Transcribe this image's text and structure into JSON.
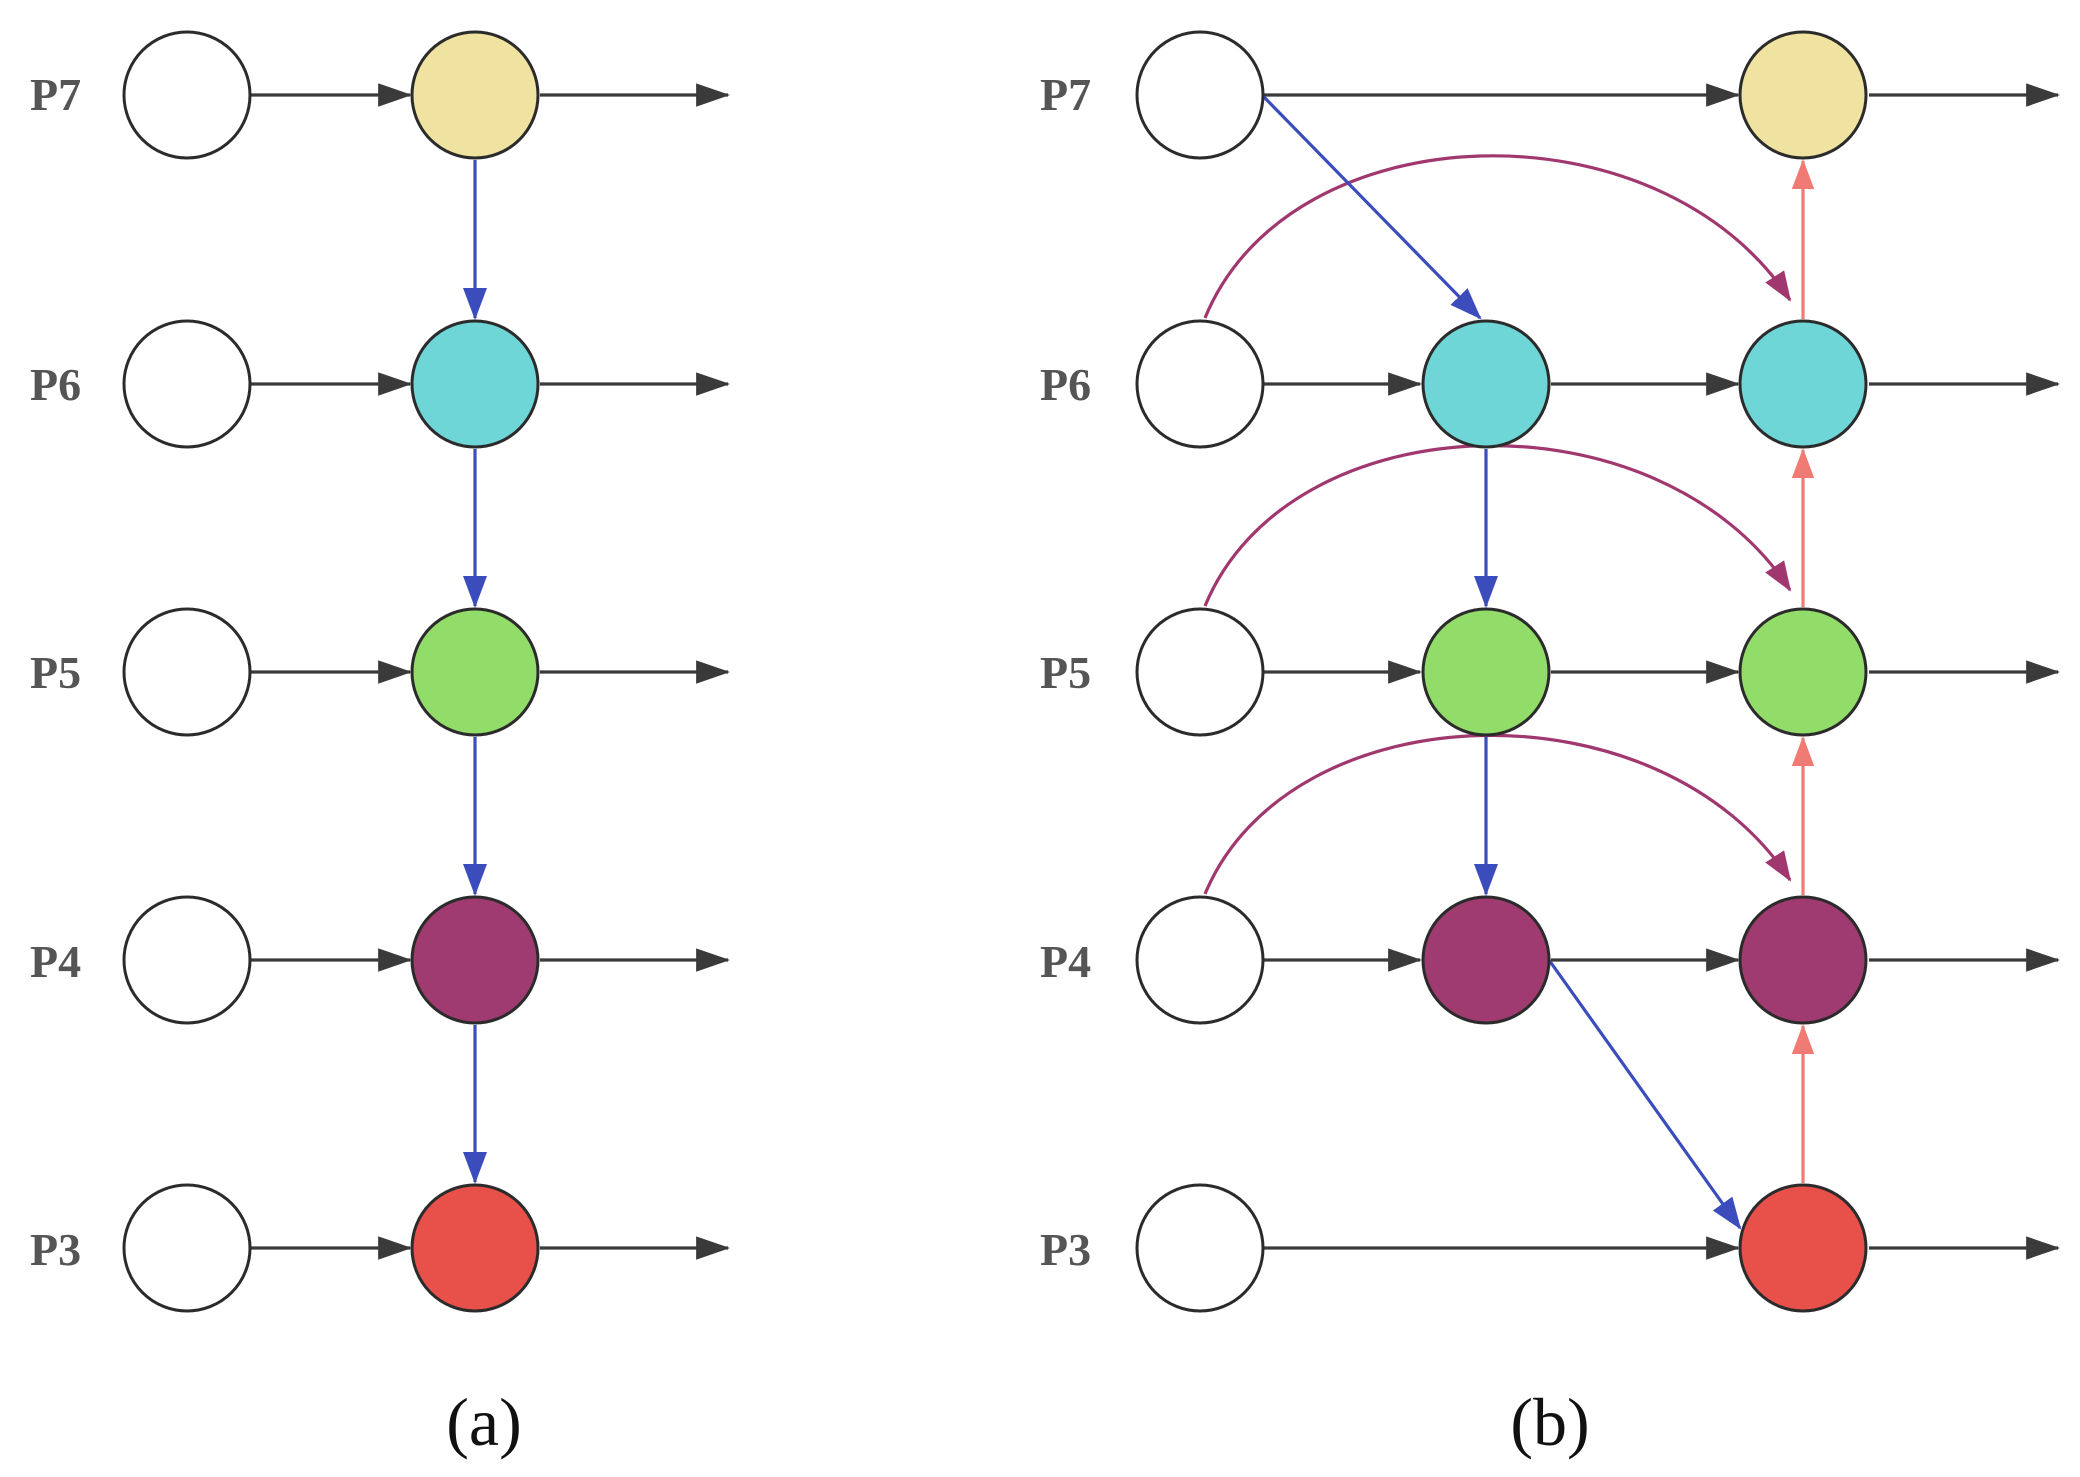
{
  "colors": {
    "P7": "#f0e2a1",
    "P6": "#6fd6d8",
    "P5": "#92dc6a",
    "P4": "#9f3b70",
    "P3": "#e8504a",
    "input": "#ffffff",
    "arrow_black": "#3a3a3a",
    "arrow_blue": "#3b4dbd",
    "arrow_pink": "#f07b75",
    "arrow_purple": "#a0386f"
  },
  "panels": [
    {
      "id": "a",
      "caption": "(a)",
      "rows": [
        {
          "label": "P7",
          "level": "P7"
        },
        {
          "label": "P6",
          "level": "P6"
        },
        {
          "label": "P5",
          "level": "P5"
        },
        {
          "label": "P4",
          "level": "P4"
        },
        {
          "label": "P3",
          "level": "P3"
        }
      ]
    },
    {
      "id": "b",
      "caption": "(b)",
      "rows": [
        {
          "label": "P7",
          "level": "P7"
        },
        {
          "label": "P6",
          "level": "P6"
        },
        {
          "label": "P5",
          "level": "P5"
        },
        {
          "label": "P4",
          "level": "P4"
        },
        {
          "label": "P3",
          "level": "P3"
        }
      ]
    }
  ]
}
